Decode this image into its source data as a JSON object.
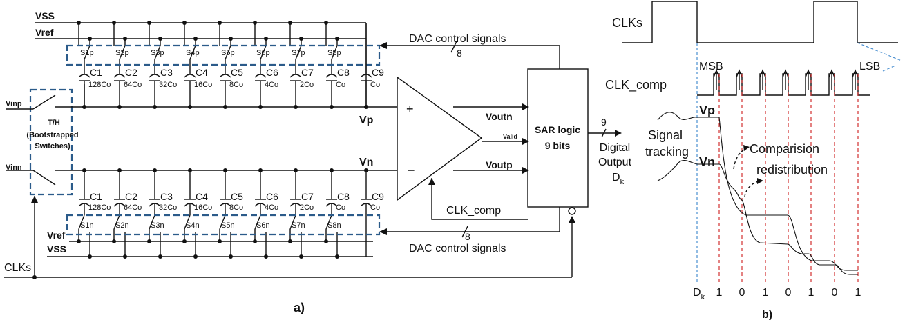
{
  "panel_a": {
    "caption": "a)",
    "rails": {
      "vss": "VSS",
      "vref": "Vref"
    },
    "inputs": {
      "vinp": "Vinp",
      "vinn": "Vinn",
      "clks": "CLKs"
    },
    "th_block": [
      "T/H",
      "(Bootstrapped",
      "Switches)"
    ],
    "switches_top": [
      "S1p",
      "S2p",
      "S3p",
      "S4p",
      "S5p",
      "S6p",
      "S7p",
      "S8p"
    ],
    "switches_bottom": [
      "S1n",
      "S2n",
      "S3n",
      "S4n",
      "S5n",
      "S6n",
      "S7n",
      "S8n"
    ],
    "cap_names": [
      "C1",
      "C2",
      "C3",
      "C4",
      "C5",
      "C6",
      "C7",
      "C8",
      "C9"
    ],
    "cap_values": [
      "128Co",
      "64Co",
      "32Co",
      "16Co",
      "8Co",
      "4Co",
      "2Co",
      "Co",
      "Co"
    ],
    "nodes": {
      "vp": "Vp",
      "vn": "Vn"
    },
    "comparator": {
      "plus": "+",
      "minus": "−",
      "voutn": "Voutn",
      "voutp": "Voutp",
      "valid": "Valid",
      "clk_comp": "CLK_comp"
    },
    "sar": {
      "line1": "SAR logic",
      "line2": "9 bits"
    },
    "dac_top": {
      "label": "DAC control signals",
      "bus_width": "8"
    },
    "dac_bottom": {
      "label": "DAC control signals",
      "bus_width": "8"
    },
    "output": {
      "bus_width": "9",
      "line1": "Digital",
      "line2": "Output",
      "line3": "D",
      "sub": "k"
    }
  },
  "panel_b": {
    "caption": "b)",
    "clks": "CLKs",
    "clk_comp": "CLK_comp",
    "msb": "MSB",
    "lsb": "LSB",
    "vp": "Vp",
    "vn": "Vn",
    "signal": "Signal",
    "tracking": "tracking",
    "comparision": "Comparision",
    "redistribution": "redistribution",
    "dk": "D",
    "dk_sub": "k",
    "bits": [
      "1",
      "0",
      "1",
      "0",
      "1",
      "0",
      "1"
    ]
  }
}
